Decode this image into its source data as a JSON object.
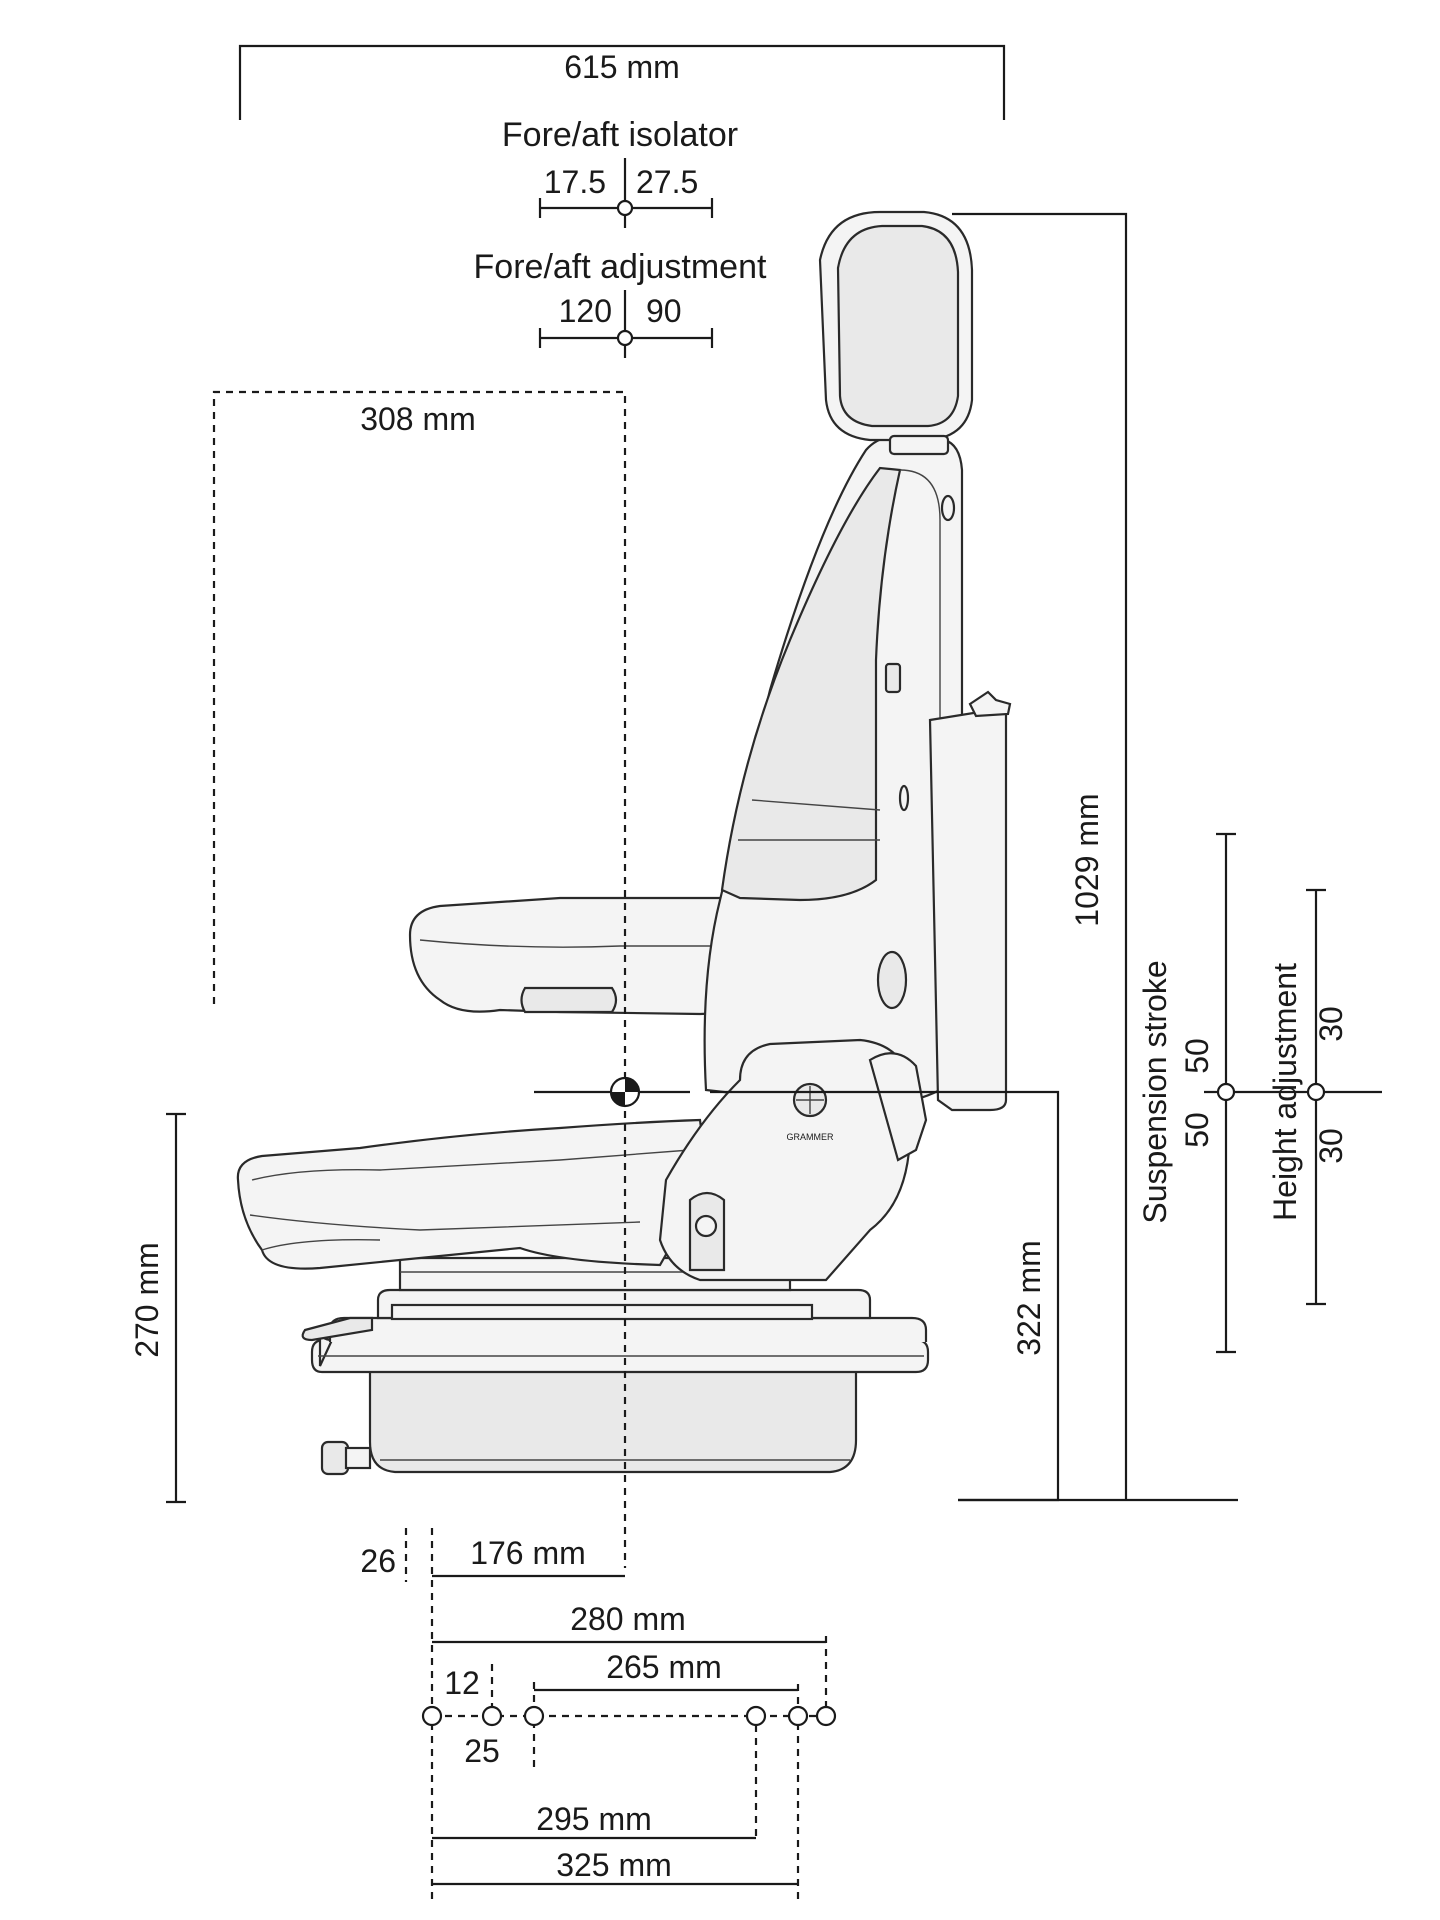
{
  "dimensions": {
    "overall_width": "615 mm",
    "fore_aft_isolator": {
      "label": "Fore/aft isolator",
      "left": "17.5",
      "right": "27.5"
    },
    "fore_aft_adjustment": {
      "label": "Fore/aft adjustment",
      "left": "120",
      "right": "90"
    },
    "seat_depth": "308 mm",
    "overall_height": "1029 mm",
    "suspension_stroke": {
      "label": "Suspension stroke",
      "up": "50",
      "down": "50"
    },
    "height_adjustment": {
      "label": "Height adjustment",
      "up": "30",
      "down": "30"
    },
    "base_height": "270 mm",
    "seat_reference_height": "322 mm",
    "offset_small": "26",
    "offset_176": "176 mm",
    "mount_280": "280 mm",
    "mount_265": "265 mm",
    "mount_12": "12",
    "mount_25": "25",
    "mount_295": "295 mm",
    "mount_325": "325 mm"
  },
  "brand_mark": "GRAMMER"
}
